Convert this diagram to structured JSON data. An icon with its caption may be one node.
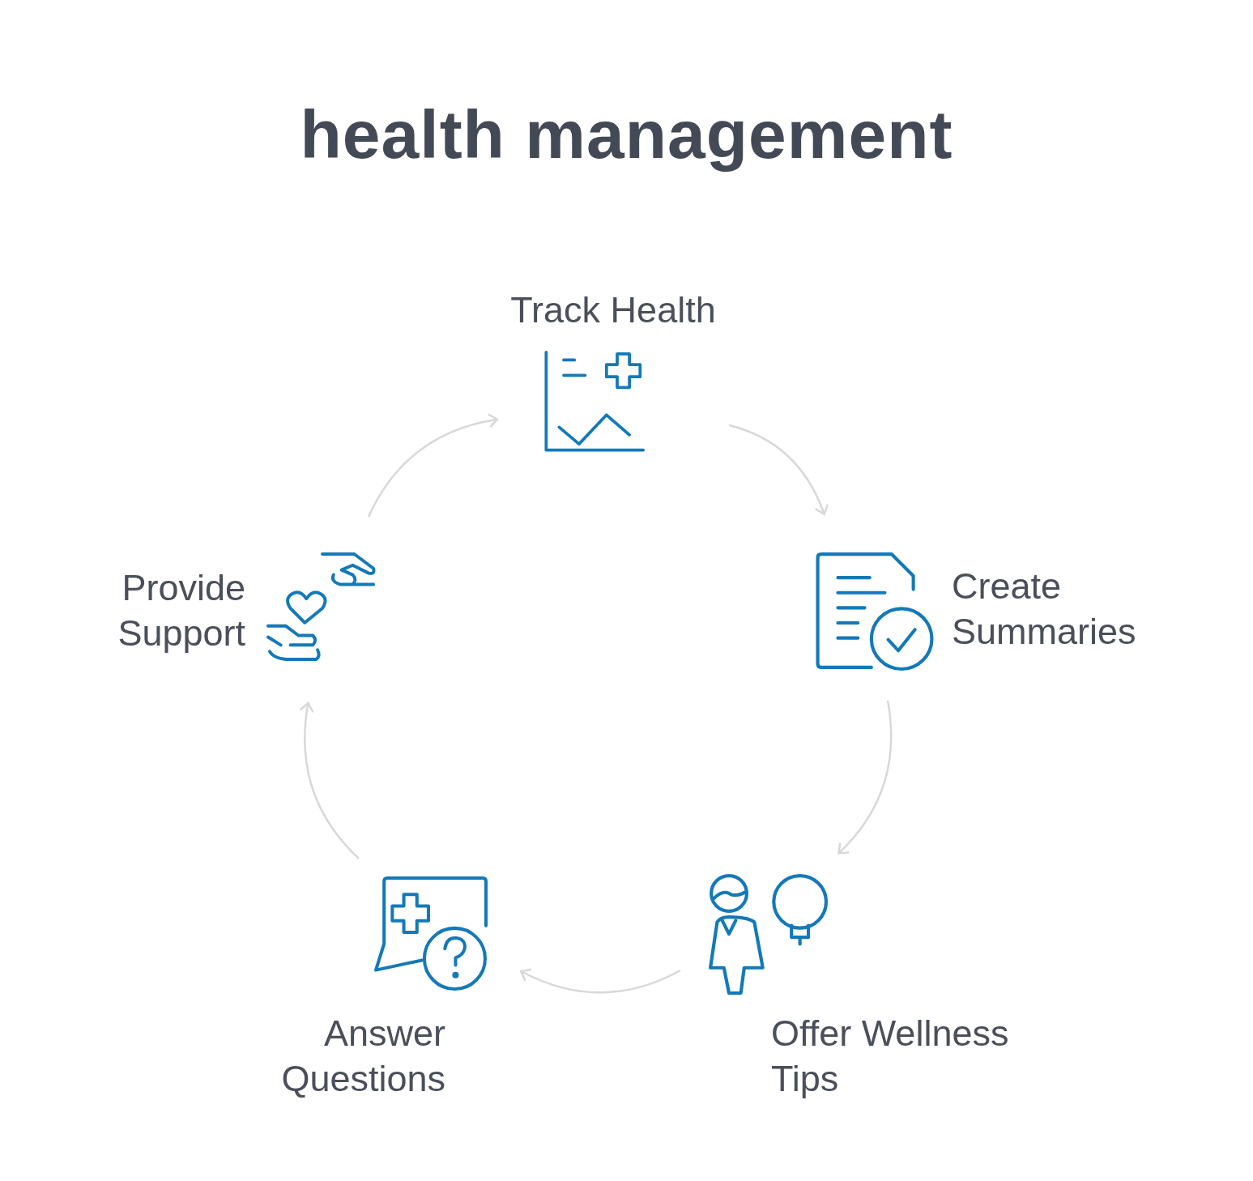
{
  "diagram": {
    "title": "health management",
    "nodes": [
      {
        "text": [
          "Track Health"
        ]
      },
      {
        "text": [
          "Create Summaries"
        ]
      },
      {
        "text": [
          "Offer Wellness Tips"
        ]
      },
      {
        "text": [
          "Answer Questions"
        ]
      },
      {
        "text": [
          "Provide Support"
        ]
      }
    ],
    "edges": [
      {
        "from": 0,
        "to": 1,
        "arrow": "to"
      },
      {
        "from": 1,
        "to": 2,
        "arrow": "to"
      },
      {
        "from": 2,
        "to": 3,
        "arrow": "to"
      },
      {
        "from": 3,
        "to": 4,
        "arrow": "to"
      },
      {
        "from": 4,
        "to": 0,
        "arrow": "to"
      }
    ]
  }
}
